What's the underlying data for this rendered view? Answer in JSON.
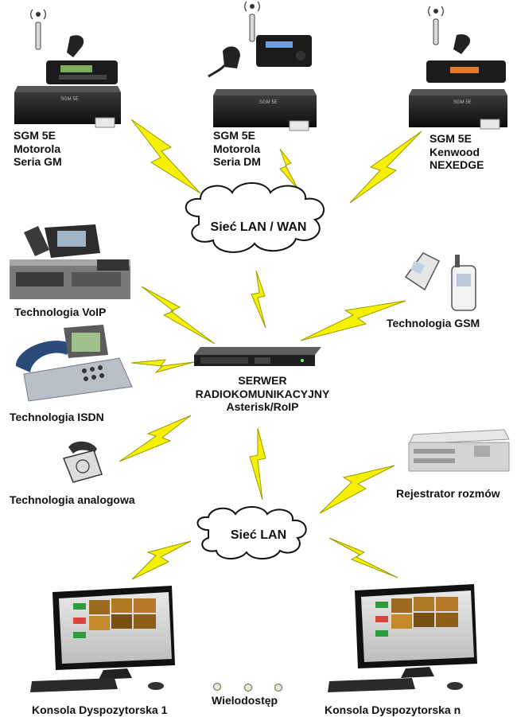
{
  "radio_gateways": [
    {
      "line1": "SGM 5E",
      "line2": "Motorola",
      "line3": "Seria GM"
    },
    {
      "line1": "SGM 5E",
      "line2": "Motorola",
      "line3": "Seria DM"
    },
    {
      "line1": "SGM 5E",
      "line2": "Kenwood",
      "line3": "NEXEDGE"
    }
  ],
  "networks": {
    "wan": "Sieć LAN / WAN",
    "lan": "Sieć LAN"
  },
  "server": {
    "line1": "SERWER",
    "line2": "RADIOKOMUNIKACYJNY",
    "line3": "Asterisk/RoIP"
  },
  "technologies": {
    "voip": "Technologia VoIP",
    "isdn": "Technologia ISDN",
    "analog": "Technologia analogowa",
    "gsm": "Technologia GSM"
  },
  "recorder": "Rejestrator rozmów",
  "consoles": {
    "console1": "Konsola Dyspozytorska 1",
    "consoleN": "Konsola Dyspozytorska n"
  },
  "multiaccess": "Wielodostęp",
  "device_brand": "SGM 5E",
  "colors": {
    "bolt": "#f4f000",
    "bolt_stroke": "#9a9a00",
    "device": "#1d1d1d",
    "text": "#111111"
  }
}
